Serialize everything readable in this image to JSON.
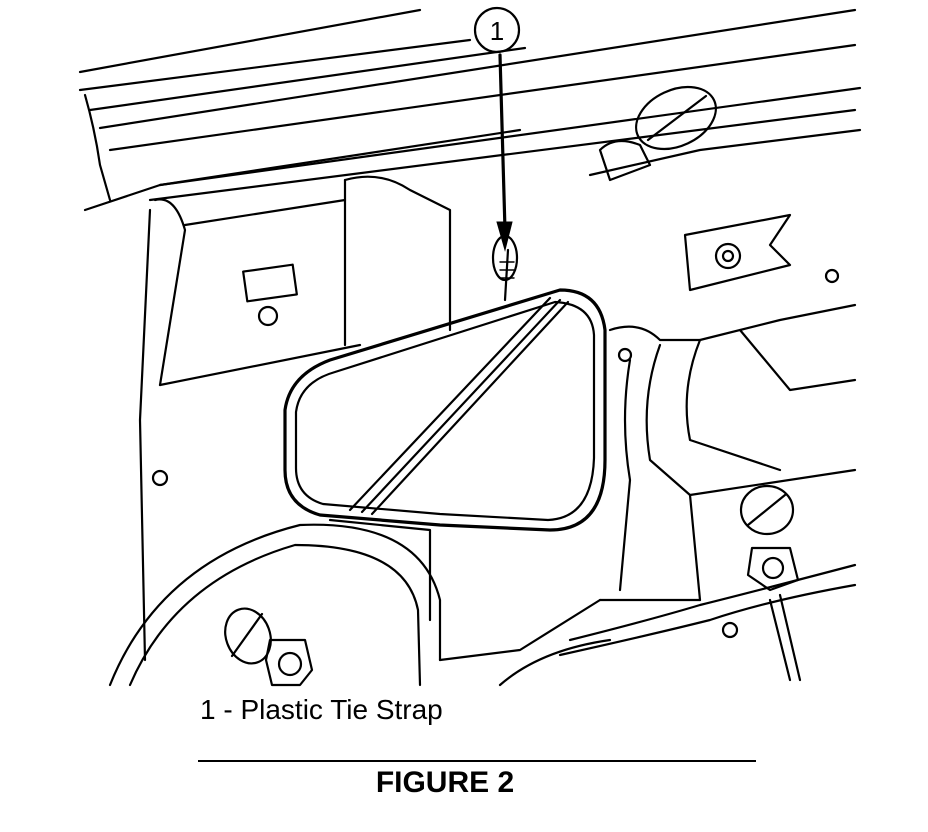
{
  "callout": {
    "number": "1"
  },
  "legend": {
    "item_1": "1 - Plastic Tie Strap"
  },
  "caption": "FIGURE 2"
}
